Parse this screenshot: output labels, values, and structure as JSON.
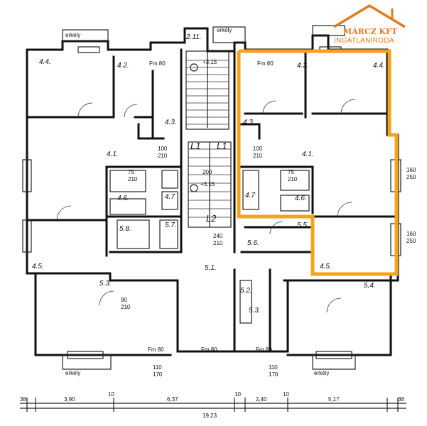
{
  "logo": {
    "name": "MÁRCZ KFT",
    "subtitle": "INGATLANIRODA",
    "color": "#e07a1f"
  },
  "highlight_color": "#f5a31a",
  "rooms": {
    "r44_left": "4.4.",
    "r42_left": "4.2.",
    "r43_left": "4.3.",
    "r41_left": "4.1.",
    "r46_left": "4.6.",
    "r47_left": "4.7",
    "r58": "5.8.",
    "r57": "5.7.",
    "r45_left": "4.5.",
    "r53_left": "5.3.",
    "r51": "5.1.",
    "r42_right": "4.2.",
    "r44_right": "4.4.",
    "r43_right": "4.3.",
    "r41_right": "4.1.",
    "r46_right": "4.6.",
    "r47_right": "4.7",
    "r55": "5.5.",
    "r56": "5.6.",
    "r45_right": "4.5.",
    "r54": "5.4.",
    "r53_right": "5.3.",
    "r52": "5.2.",
    "stair": "2.11.",
    "lift1": "L1",
    "lift2": "L2"
  },
  "labels": {
    "erkely": "erkély",
    "fm80": "Fm 80",
    "d90": "90",
    "d210": "210",
    "d75": "75",
    "d100": "100",
    "d160": "160",
    "d250": "250",
    "d110": "110",
    "d170": "170",
    "d200": "200",
    "d240": "240",
    "level1": "+3,15",
    "level2": "+3,15"
  },
  "dimensions": {
    "d1": "38",
    "d2": "3,90",
    "d3": "10",
    "d4": "6,37",
    "d5": "10",
    "d6": "2,40",
    "d7": "10",
    "d8": "5,17",
    "d9": "38",
    "total": "19,23"
  }
}
